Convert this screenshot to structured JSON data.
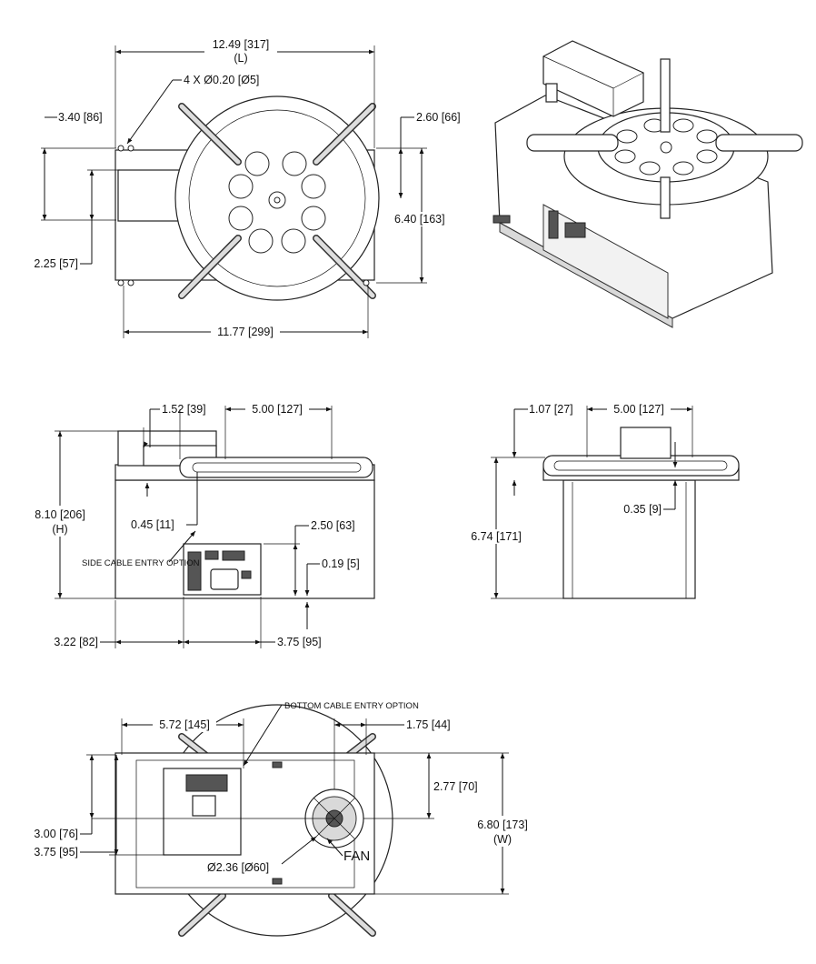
{
  "top_view": {
    "overall_length": "12.49 [317]",
    "length_symbol": "(L)",
    "holes": "4 X Ø0.20 [Ø5]",
    "left_offset": "3.40 [86]",
    "right_offset": "2.60 [66]",
    "height_span": "6.40 [163]",
    "plate_height": "2.25 [57]",
    "width_span": "11.77 [299]"
  },
  "front_view": {
    "arm_offset": "1.52 [39]",
    "arm_spacing": "5.00 [127]",
    "height": "8.10 [206]",
    "height_symbol": "(H)",
    "arm_drop": "0.45 [11]",
    "connector_height": "2.50 [63]",
    "foot": "0.19 [5]",
    "side_cable_note": "SIDE CABLE ENTRY OPTION",
    "left_to_panel": "3.22 [82]",
    "panel_width": "3.75 [95]"
  },
  "side_view": {
    "arm_offset": "1.07 [27]",
    "arm_spacing": "5.00 [127]",
    "height": "6.74 [171]",
    "plate_thickness": "0.35 [9]"
  },
  "bottom_view": {
    "bottom_cable_note": "BOTTOM CABLE ENTRY OPTION",
    "panel_offset": "5.72 [145]",
    "fan_offset": "1.75 [44]",
    "fan_center_height": "2.77 [70]",
    "width": "6.80 [173]",
    "width_symbol": "(W)",
    "panel_top": "3.00 [76]",
    "panel_bottom": "3.75 [95]",
    "fan_diameter": "Ø2.36 [Ø60]",
    "fan_label": "FAN"
  }
}
